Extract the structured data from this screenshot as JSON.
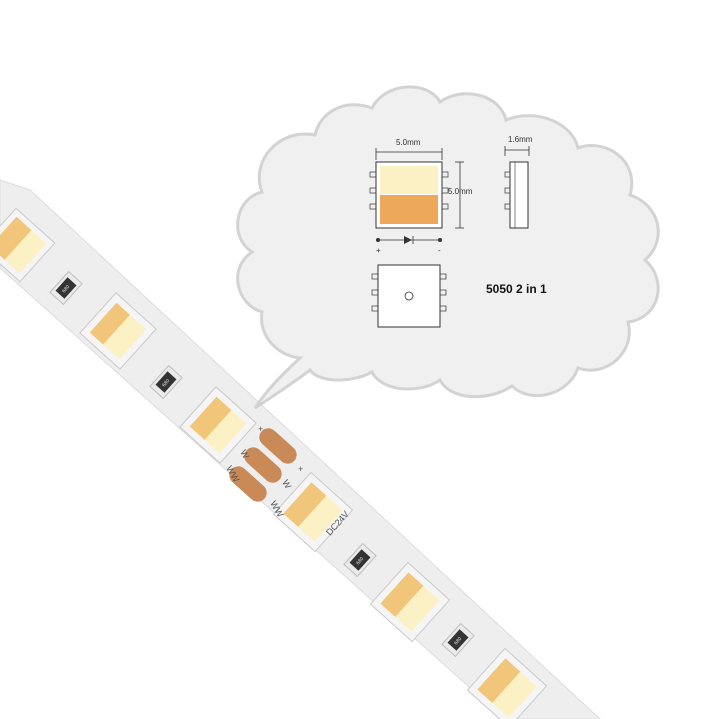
{
  "spec": {
    "width_label": "5.0mm",
    "height_label": "5.0mm",
    "depth_label": "1.6mm",
    "polarity_plus": "+",
    "polarity_minus": "-",
    "title": "5050 2 in 1"
  },
  "strip": {
    "voltage_label": "DC24V",
    "pad_plus_label": "+",
    "pad_w_label": "W",
    "pad_ww_label": "WW",
    "resistor_code": "680"
  },
  "colors": {
    "warm_white": "#f2c67a",
    "cool_white": "#fbf1c4",
    "amber": "#eea85c",
    "solder_pad": "#c98a58",
    "strip_fill": "#eeeeee",
    "cloud_fill": "#f0f0f0",
    "cloud_stroke": "#d3d3d3"
  }
}
